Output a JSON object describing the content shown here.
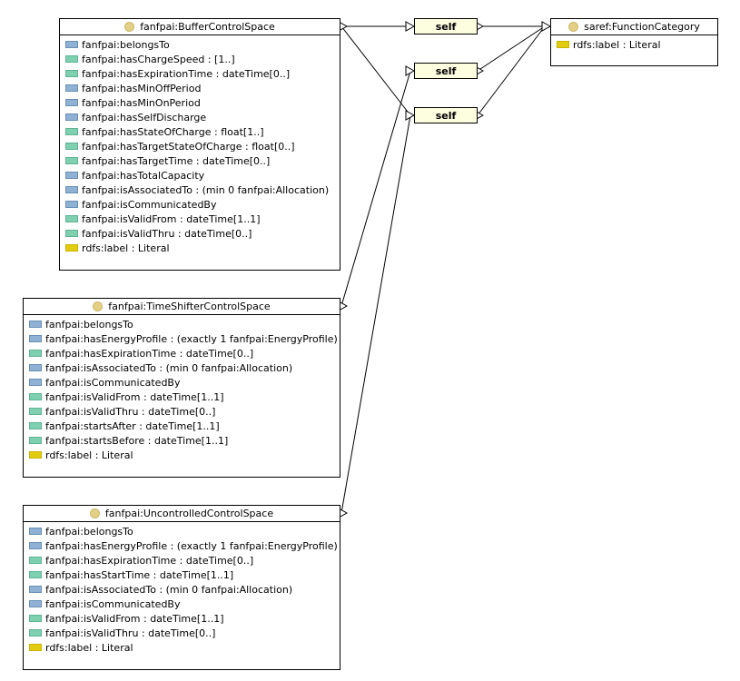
{
  "classes": {
    "buffer": {
      "name": "fanfpai:BufferControlSpace",
      "attrs": [
        {
          "kind": "obj",
          "label": "fanfpai:belongsTo"
        },
        {
          "kind": "dat",
          "label": "fanfpai:hasChargeSpeed : [1..]"
        },
        {
          "kind": "dat",
          "label": "fanfpai:hasExpirationTime : dateTime[0..]"
        },
        {
          "kind": "obj",
          "label": "fanfpai:hasMinOffPeriod"
        },
        {
          "kind": "obj",
          "label": "fanfpai:hasMinOnPeriod"
        },
        {
          "kind": "obj",
          "label": "fanfpai:hasSelfDischarge"
        },
        {
          "kind": "dat",
          "label": "fanfpai:hasStateOfCharge : float[1..]"
        },
        {
          "kind": "dat",
          "label": "fanfpai:hasTargetStateOfCharge : float[0..]"
        },
        {
          "kind": "dat",
          "label": "fanfpai:hasTargetTime : dateTime[0..]"
        },
        {
          "kind": "obj",
          "label": "fanfpai:hasTotalCapacity"
        },
        {
          "kind": "obj",
          "label": "fanfpai:isAssociatedTo :  (min 0 fanfpai:Allocation)"
        },
        {
          "kind": "obj",
          "label": "fanfpai:isCommunicatedBy"
        },
        {
          "kind": "dat",
          "label": "fanfpai:isValidFrom : dateTime[1..1]"
        },
        {
          "kind": "dat",
          "label": "fanfpai:isValidThru : dateTime[0..]"
        },
        {
          "kind": "ann",
          "label": "rdfs:label : Literal"
        }
      ]
    },
    "timeshifter": {
      "name": "fanfpai:TimeShifterControlSpace",
      "attrs": [
        {
          "kind": "obj",
          "label": "fanfpai:belongsTo"
        },
        {
          "kind": "obj",
          "label": "fanfpai:hasEnergyProfile :  (exactly 1 fanfpai:EnergyProfile)"
        },
        {
          "kind": "dat",
          "label": "fanfpai:hasExpirationTime : dateTime[0..]"
        },
        {
          "kind": "obj",
          "label": "fanfpai:isAssociatedTo :  (min 0 fanfpai:Allocation)"
        },
        {
          "kind": "obj",
          "label": "fanfpai:isCommunicatedBy"
        },
        {
          "kind": "dat",
          "label": "fanfpai:isValidFrom : dateTime[1..1]"
        },
        {
          "kind": "dat",
          "label": "fanfpai:isValidThru : dateTime[0..]"
        },
        {
          "kind": "dat",
          "label": "fanfpai:startsAfter : dateTime[1..1]"
        },
        {
          "kind": "dat",
          "label": "fanfpai:startsBefore : dateTime[1..1]"
        },
        {
          "kind": "ann",
          "label": "rdfs:label : Literal"
        }
      ]
    },
    "uncontrolled": {
      "name": "fanfpai:UncontrolledControlSpace",
      "attrs": [
        {
          "kind": "obj",
          "label": "fanfpai:belongsTo"
        },
        {
          "kind": "obj",
          "label": "fanfpai:hasEnergyProfile :  (exactly 1 fanfpai:EnergyProfile)"
        },
        {
          "kind": "dat",
          "label": "fanfpai:hasExpirationTime : dateTime[0..]"
        },
        {
          "kind": "dat",
          "label": "fanfpai:hasStartTime : dateTime[1..1]"
        },
        {
          "kind": "obj",
          "label": "fanfpai:isAssociatedTo :  (min 0 fanfpai:Allocation)"
        },
        {
          "kind": "obj",
          "label": "fanfpai:isCommunicatedBy"
        },
        {
          "kind": "dat",
          "label": "fanfpai:isValidFrom : dateTime[1..1]"
        },
        {
          "kind": "dat",
          "label": "fanfpai:isValidThru : dateTime[0..]"
        },
        {
          "kind": "ann",
          "label": "rdfs:label : Literal"
        }
      ]
    },
    "function_category": {
      "name": "saref:FunctionCategory",
      "attrs": [
        {
          "kind": "ann",
          "label": "rdfs:label : Literal"
        }
      ]
    }
  },
  "self_nodes": [
    "self",
    "self",
    "self"
  ],
  "colors": {
    "object_property": "#8fb1d4",
    "data_property": "#7fd0b0",
    "annotation_property": "#e2cc10",
    "class_icon": "#e3cf86",
    "self_fill": "#fdfde0"
  }
}
